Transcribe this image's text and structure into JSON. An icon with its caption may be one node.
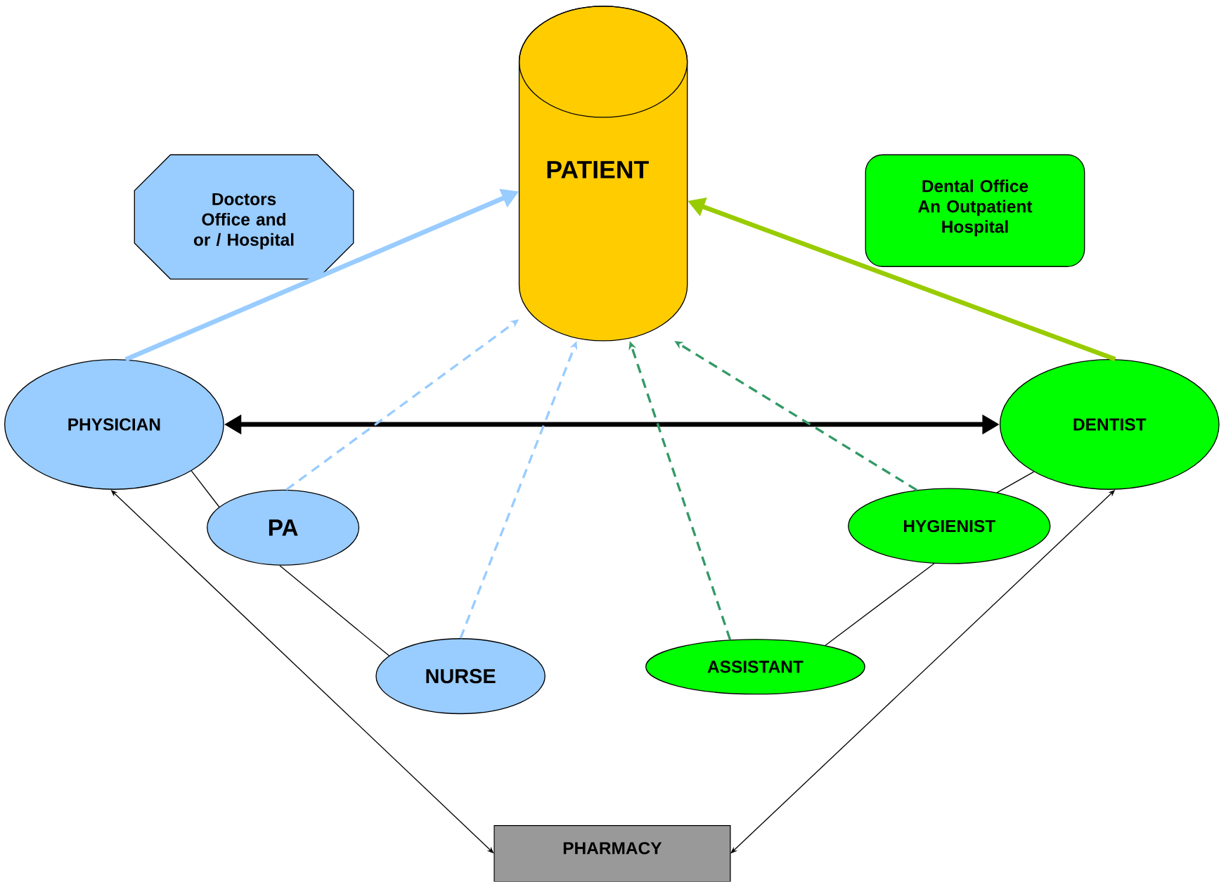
{
  "diagram": {
    "nodes": [
      {
        "text": [
          "PATIENT"
        ]
      },
      {
        "text": [
          "Doctors Office and or / Hospital"
        ]
      },
      {
        "text": [
          "Dental Office An Outpatient Hospital"
        ]
      },
      {
        "text": [
          "PHYSICIAN"
        ]
      },
      {
        "text": [
          "DENTIST"
        ]
      },
      {
        "text": [
          "PA"
        ]
      },
      {
        "text": [
          "HYGIENIST"
        ]
      },
      {
        "text": [
          "NURSE"
        ]
      },
      {
        "text": [
          "ASSISTANT"
        ]
      },
      {
        "text": [
          "PHARMACY"
        ]
      }
    ],
    "edges": [
      {
        "from": 3,
        "to": 0,
        "arrow": "to",
        "style": "thick",
        "color": "#99ccff"
      },
      {
        "from": 4,
        "to": 0,
        "arrow": "to",
        "style": "thick",
        "color": "#99cc00"
      },
      {
        "from": 3,
        "to": 4,
        "arrow": "both",
        "style": "thick"
      },
      {
        "from": 5,
        "to": 0,
        "arrow": "to",
        "style": "dashed",
        "color": "#99ccff"
      },
      {
        "from": 7,
        "to": 0,
        "arrow": "to",
        "style": "dashed",
        "color": "#99ccff"
      },
      {
        "from": 8,
        "to": 0,
        "arrow": "to",
        "style": "dashed",
        "color": "#339966"
      },
      {
        "from": 6,
        "to": 0,
        "arrow": "to",
        "style": "dashed",
        "color": "#339966"
      },
      {
        "from": 3,
        "to": 5,
        "arrow": "none"
      },
      {
        "from": 5,
        "to": 7,
        "arrow": "none"
      },
      {
        "from": 4,
        "to": 6,
        "arrow": "none"
      },
      {
        "from": 6,
        "to": 8,
        "arrow": "none"
      },
      {
        "from": 9,
        "to": 3,
        "arrow": "both"
      },
      {
        "from": 9,
        "to": 4,
        "arrow": "both"
      }
    ]
  }
}
